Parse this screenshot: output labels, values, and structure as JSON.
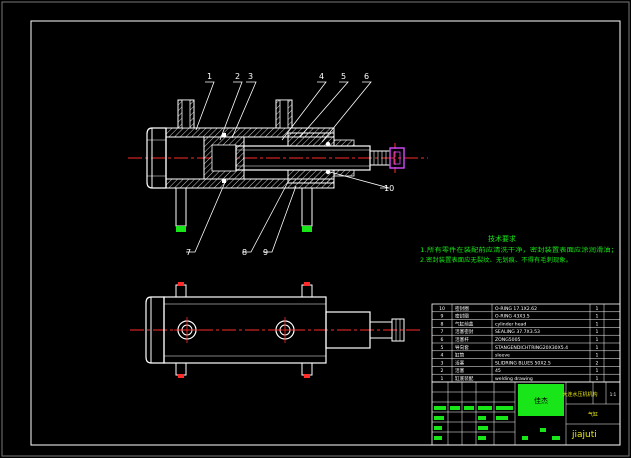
{
  "drawing": {
    "balloons": [
      "1",
      "2",
      "3",
      "4",
      "5",
      "6",
      "7",
      "8",
      "9",
      "10"
    ],
    "notes": {
      "title": "技术要求",
      "lines": [
        "1.所有零件在装配前应清洗干净，密封装置表面应涂润滑油；",
        "2.密封装置表面应无裂纹、无划痕、不得有毛刺现象。"
      ]
    },
    "bom": {
      "rows": [
        {
          "no": "10",
          "name": "密封圈",
          "spec": "O-RING 17.1X2.62",
          "qty": "1"
        },
        {
          "no": "9",
          "name": "密封圈",
          "spec": "O-RING 43X3.5",
          "qty": "1"
        },
        {
          "no": "8",
          "name": "气缸前盖",
          "spec": "cylinder head",
          "qty": "1"
        },
        {
          "no": "7",
          "name": "活塞密封",
          "spec": "SEALING 37.7X3.53",
          "qty": "1"
        },
        {
          "no": "6",
          "name": "活塞杆",
          "spec": "ZONG5005",
          "qty": "1"
        },
        {
          "no": "5",
          "name": "导向套",
          "spec": "STANGENDICHTRING20X30X5.4",
          "qty": "1"
        },
        {
          "no": "4",
          "name": "缸筒",
          "spec": "sleeve",
          "qty": "1"
        },
        {
          "no": "3",
          "name": "活塞",
          "spec": "SLIDRING BLUES 50X2.5",
          "qty": "2"
        },
        {
          "no": "2",
          "name": "活塞",
          "spec": "45",
          "qty": "1"
        },
        {
          "no": "1",
          "name": "缸底装配",
          "spec": "welding drawing",
          "qty": "1"
        }
      ]
    },
    "title_block": {
      "company": "佳杰",
      "drawing_title": "气缸",
      "sub_title": "大连水压机机构",
      "scale": "1:1",
      "logo_text": "jiajuti"
    },
    "colors": {
      "outline": "#ffffff",
      "centerline": "#ff2a2a",
      "leader": "#ffffff",
      "notes": "#19e619",
      "hatch": "#ffffff",
      "title_bg": "#19e619",
      "text_yellow": "#e6e619"
    }
  }
}
